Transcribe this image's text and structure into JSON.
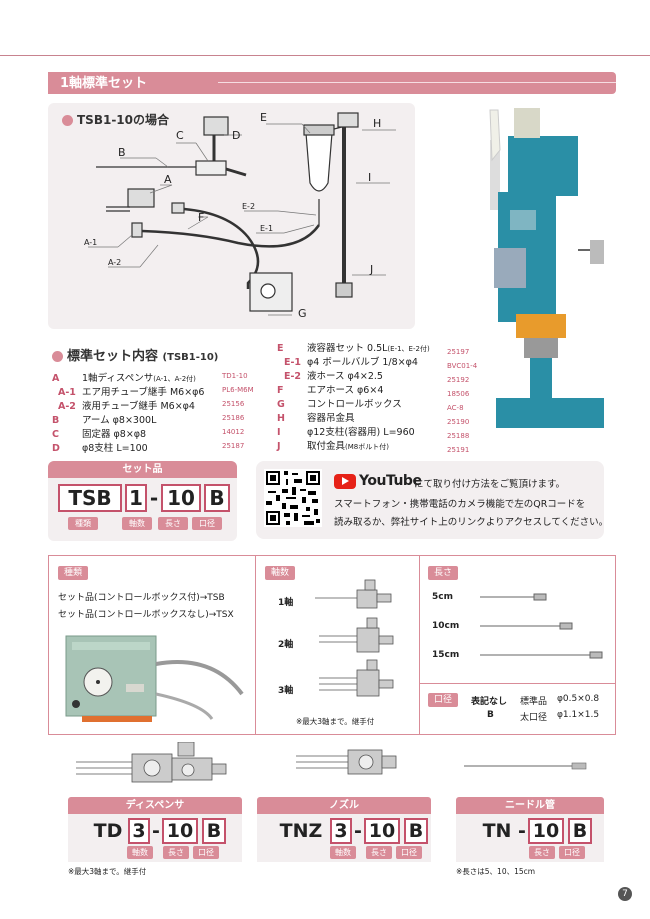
{
  "section": {
    "title": "1軸標準セット"
  },
  "diagram": {
    "title": "TSB1-10の場合",
    "labels": [
      "B",
      "C",
      "D",
      "E",
      "H",
      "A",
      "E-2",
      "F",
      "E-1",
      "I",
      "A-1",
      "A-2",
      "J",
      "G"
    ]
  },
  "standard_set": {
    "title": "標準セット内容",
    "title_sub": "(TSB1-10)",
    "left_items": [
      {
        "label": "A",
        "text": "1軸ディスペンサ",
        "sub": "(A-1、A-2付)",
        "part": "TD1-10"
      },
      {
        "label": "A-1",
        "text": "エア用チューブ継手 M6×φ6",
        "sub": "",
        "part": "PL6-M6M"
      },
      {
        "label": "A-2",
        "text": "液用チューブ継手 M6×φ4",
        "sub": "",
        "part": "25156"
      },
      {
        "label": "B",
        "text": "アーム φ8×300L",
        "sub": "",
        "part": "25186"
      },
      {
        "label": "C",
        "text": "固定器 φ8×φ8",
        "sub": "",
        "part": "14012"
      },
      {
        "label": "D",
        "text": "φ8支柱 L=100",
        "sub": "",
        "part": "25187"
      }
    ],
    "right_items": [
      {
        "label": "E",
        "text": "液容器セット 0.5L",
        "sub": "(E-1、E-2付)",
        "part": "25197"
      },
      {
        "label": "E-1",
        "text": "φ4 ボールバルブ 1/8×φ4",
        "sub": "",
        "part": "BVC01-4"
      },
      {
        "label": "E-2",
        "text": "液ホース φ4×2.5",
        "sub": "",
        "part": "25192"
      },
      {
        "label": "F",
        "text": "エアホース φ6×4",
        "sub": "",
        "part": "18506"
      },
      {
        "label": "G",
        "text": "コントロールボックス",
        "sub": "",
        "part": "AC-8"
      },
      {
        "label": "H",
        "text": "容器吊金具",
        "sub": "",
        "part": "25190"
      },
      {
        "label": "I",
        "text": "φ12支柱(容器用) L=960",
        "sub": "",
        "part": "25188"
      },
      {
        "label": "J",
        "text": "取付金具",
        "sub": "(M8ボルト付)",
        "part": "25191"
      }
    ]
  },
  "set_product": {
    "header": "セット品",
    "code": [
      "TSB",
      "1",
      "-",
      "10",
      "B"
    ],
    "tags": [
      "種類",
      "軸数",
      "長さ",
      "口径"
    ]
  },
  "youtube": {
    "logo": "YouTube",
    "line1": "にて取り付け方法をご覧頂けます。",
    "line2": "スマートフォン・携帯電話のカメラ機能で左のQRコードを",
    "line3": "読み取るか、弊社サイト上のリンクよりアクセスしてください。"
  },
  "options": {
    "type": {
      "tab": "種類",
      "line1": "セット品(コントロールボックス付)→TSB",
      "line2": "セット品(コントロールボックスなし)→TSX"
    },
    "axis": {
      "tab": "軸数",
      "items": [
        "1軸",
        "2軸",
        "3軸"
      ],
      "note": "※最大3軸まで。継手付"
    },
    "length": {
      "tab": "長さ",
      "items": [
        "5cm",
        "10cm",
        "15cm"
      ]
    },
    "bore": {
      "tab": "口径",
      "rows": [
        {
          "code": "表記なし",
          "name": "標準品",
          "value": "φ0.5×0.8"
        },
        {
          "code": "B",
          "name": "太口径",
          "value": "φ1.1×1.5"
        }
      ]
    }
  },
  "parts": [
    {
      "title": "ディスペンサ",
      "code": [
        "TD",
        "3",
        "-",
        "10",
        "B"
      ],
      "tags": [
        "軸数",
        "長さ",
        "口径"
      ]
    },
    {
      "title": "ノズル",
      "code": [
        "TNZ",
        "3",
        "-",
        "10",
        "B"
      ],
      "tags": [
        "軸数",
        "長さ",
        "口径"
      ]
    },
    {
      "title": "ニードル管",
      "code": [
        "TN",
        "-",
        "10",
        "B"
      ],
      "tags": [
        "長さ",
        "口径"
      ]
    }
  ],
  "notes": {
    "bottom_left": "※最大3軸まで。継手付",
    "bottom_right": "※長さは5、10、15cm"
  },
  "page_number": "7"
}
